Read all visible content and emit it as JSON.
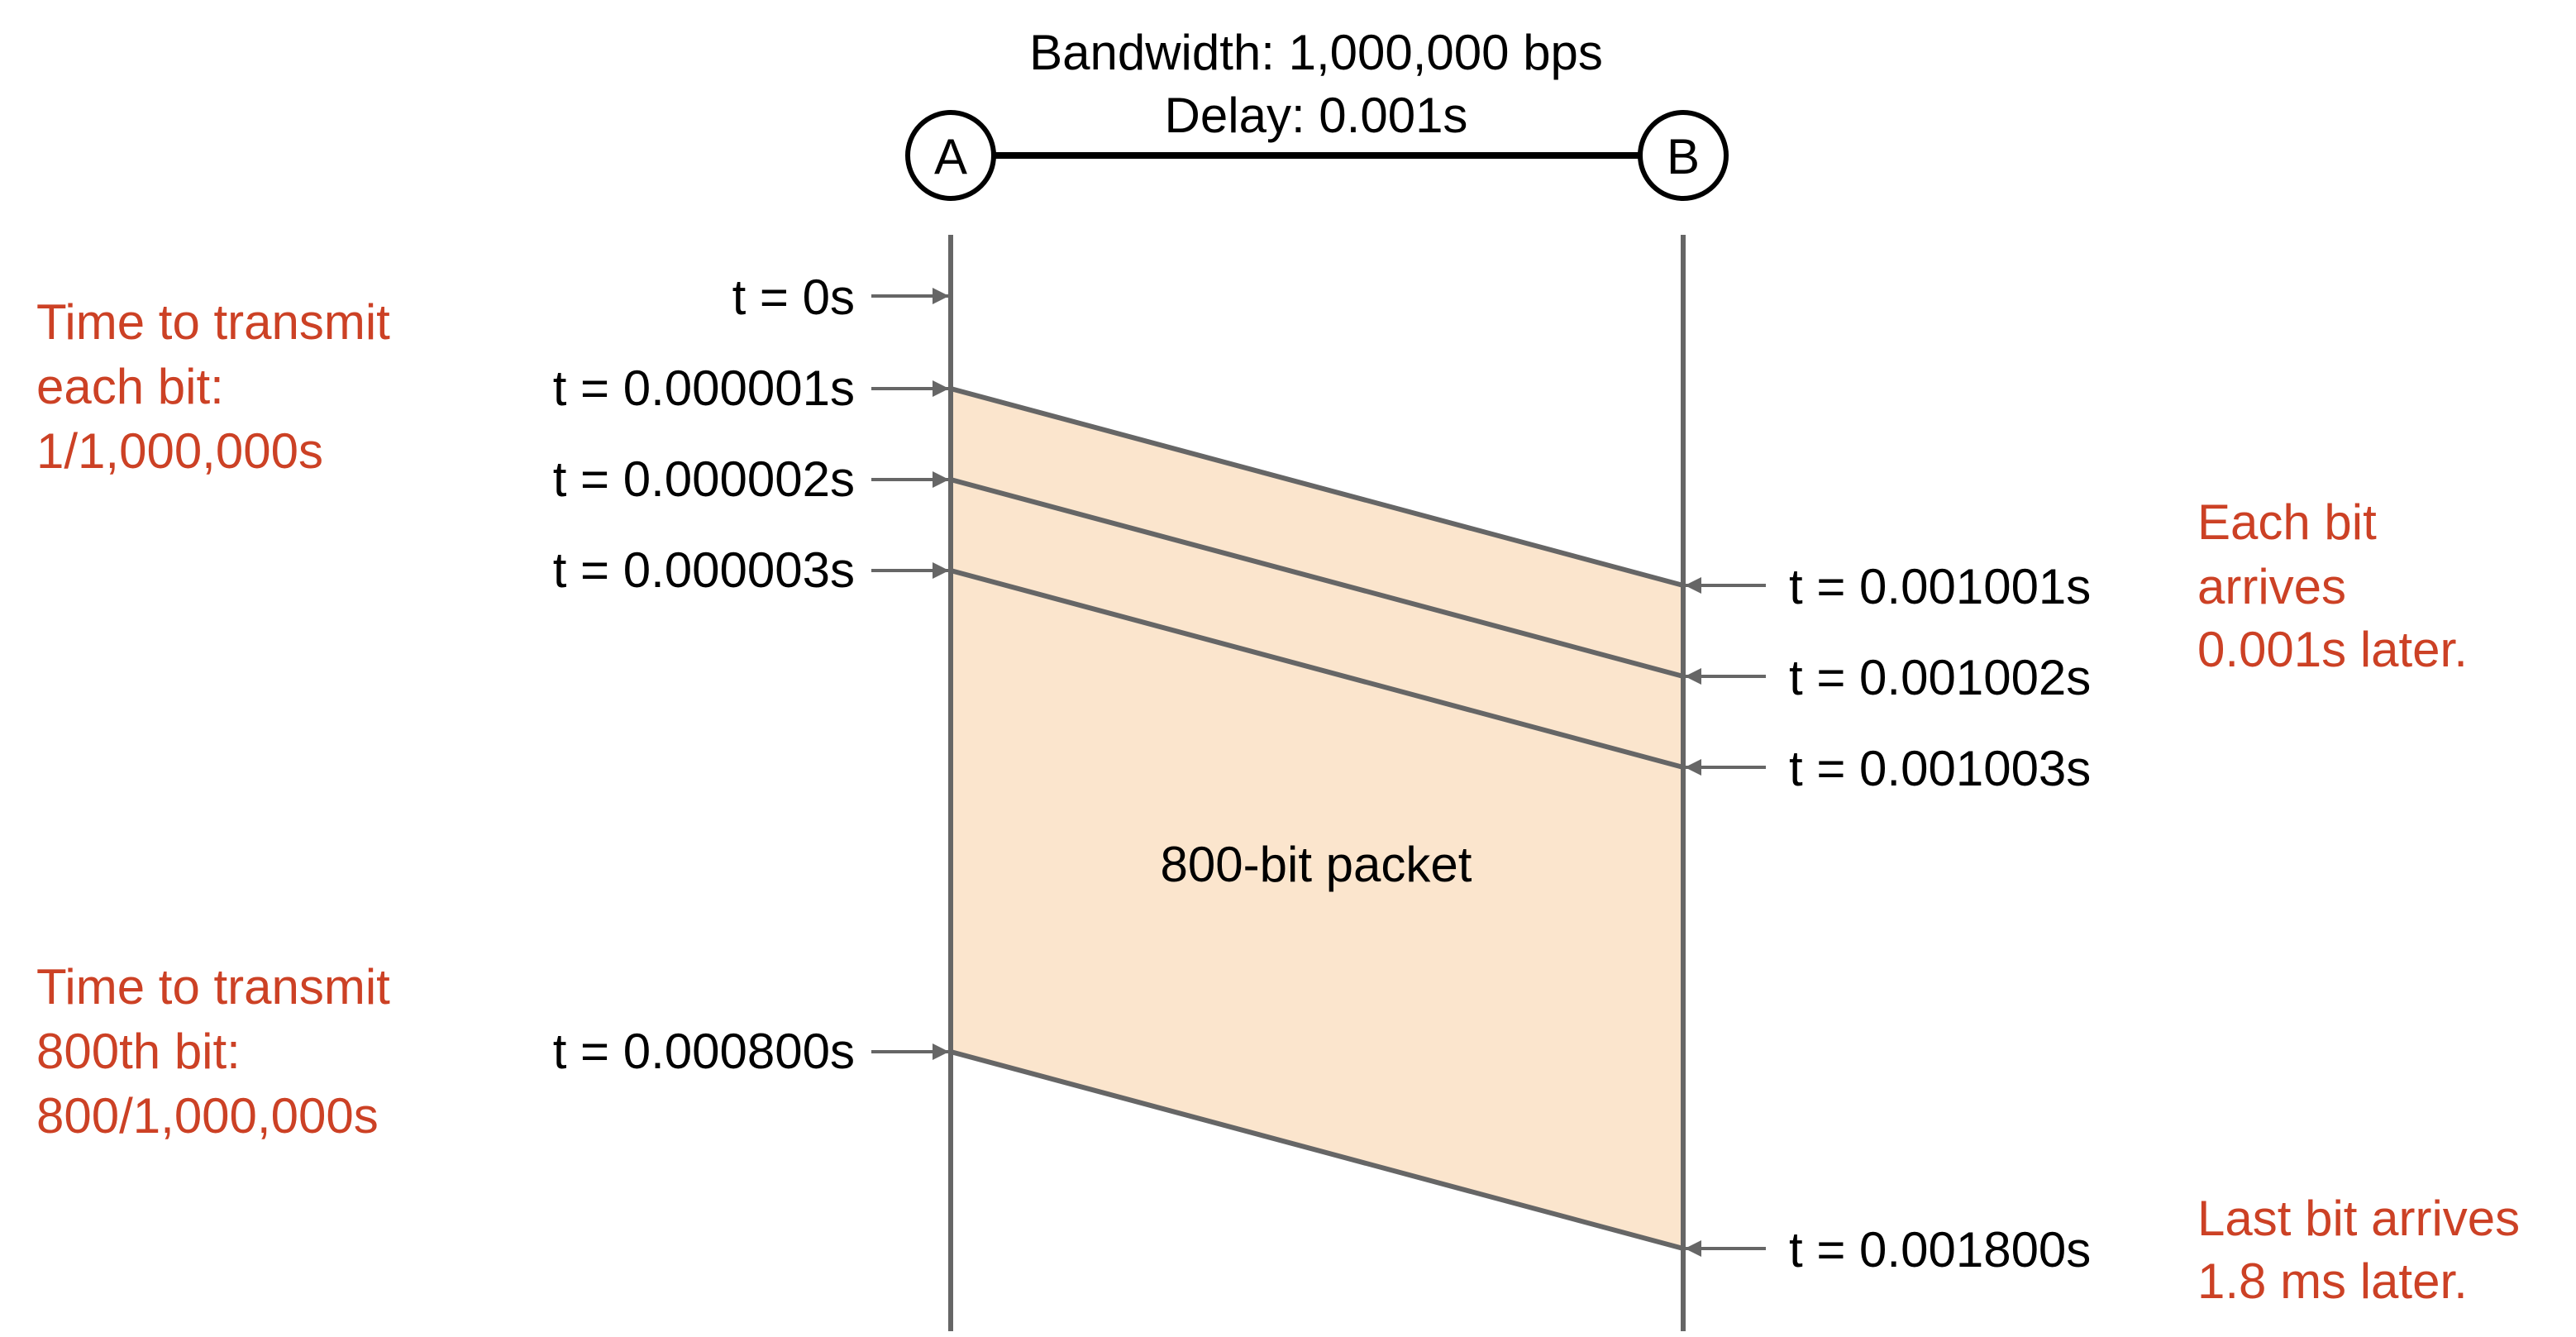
{
  "header": {
    "bandwidth": "Bandwidth: 1,000,000 bps",
    "delay": "Delay: 0.001s"
  },
  "nodes": {
    "a": "A",
    "b": "B"
  },
  "colors": {
    "annotation": "#cc4125",
    "packet_fill": "#fbe5cd",
    "line": "#666666"
  },
  "send_times": [
    "t = 0s",
    "t = 0.000001s",
    "t = 0.000002s",
    "t = 0.000003s",
    "t = 0.000800s"
  ],
  "arrive_times": [
    "t = 0.001001s",
    "t = 0.001002s",
    "t = 0.001003s",
    "t = 0.001800s"
  ],
  "packet_label": "800-bit packet",
  "notes": {
    "each_bit_tx": [
      "Time to transmit",
      "each bit:",
      "1/1,000,000s"
    ],
    "last_bit_tx": [
      "Time to transmit",
      "800th bit:",
      "800/1,000,000s"
    ],
    "each_bit_arrive": [
      "Each bit",
      "arrives",
      "0.001s later."
    ],
    "last_bit_arrive": [
      "Last bit arrives",
      "1.8 ms later."
    ]
  }
}
